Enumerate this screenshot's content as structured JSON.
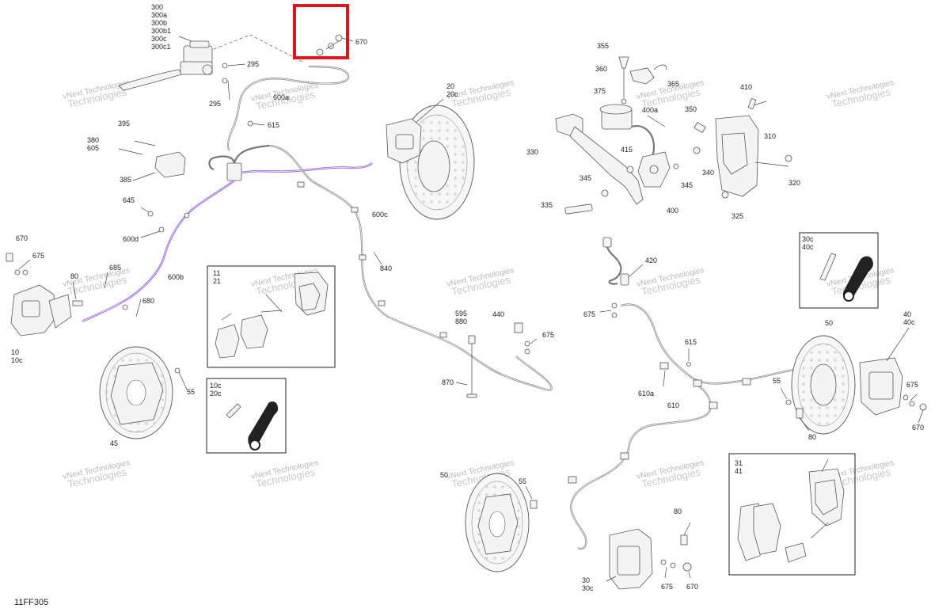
{
  "diagram": {
    "code": "11FF305",
    "watermark_line1": "vNext Technologies",
    "watermark_line2": "Technologies",
    "highlight_color": "#e0141c",
    "routing_color": "#8a4fd6"
  },
  "callouts": {
    "master_cyl": [
      "300",
      "300a",
      "300b",
      "300b1",
      "300c",
      "300c1"
    ],
    "c295a": "295",
    "c295b": "295",
    "c670_top": "670",
    "c600a": "600a",
    "c615_top": "615",
    "c20": [
      "20",
      "20c"
    ],
    "c395": "395",
    "c380": [
      "380",
      "605"
    ],
    "c385": "385",
    "c645": "645",
    "c600d": "600d",
    "c600b": "600b",
    "c600c": "600c",
    "c840": "840",
    "c670_left": "670",
    "c675_left": "675",
    "c685": "685",
    "c80_left": "80",
    "c680": "680",
    "c10": [
      "10",
      "10c"
    ],
    "c55_left": "55",
    "c45": "45",
    "box_pads_front": [
      "11",
      "21"
    ],
    "box_bleeder_front": [
      "10c",
      "20c"
    ],
    "c595": [
      "595",
      "880"
    ],
    "c440": "440",
    "c675_mid": "675",
    "c870": "870",
    "c355": "355",
    "c360": "360",
    "c365": "365",
    "c375": "375",
    "c400a": "400a",
    "c410": "410",
    "c350": "350",
    "c310": "310",
    "c330": "330",
    "c415": "415",
    "c340": "340",
    "c345a": "345",
    "c345b": "345",
    "c320": "320",
    "c335": "335",
    "c400": "400",
    "c325": "325",
    "c420": "420",
    "c675_right": "675",
    "box_bleeder_rear": [
      "30c",
      "40c"
    ],
    "c615_right": "615",
    "c610a": "610a",
    "c610": "610",
    "c50_right": "50",
    "c40": [
      "40",
      "40c"
    ],
    "c55_right": "55",
    "c675_far": "675",
    "c80_right": "80",
    "c670_far": "670",
    "c50_bottom": "50",
    "c55_bottom": "55",
    "c80_bottom": "80",
    "c30": [
      "30",
      "30c"
    ],
    "c675_bottom": "675",
    "c670_bottom": "670",
    "box_pads_rear": [
      "31",
      "41"
    ]
  }
}
